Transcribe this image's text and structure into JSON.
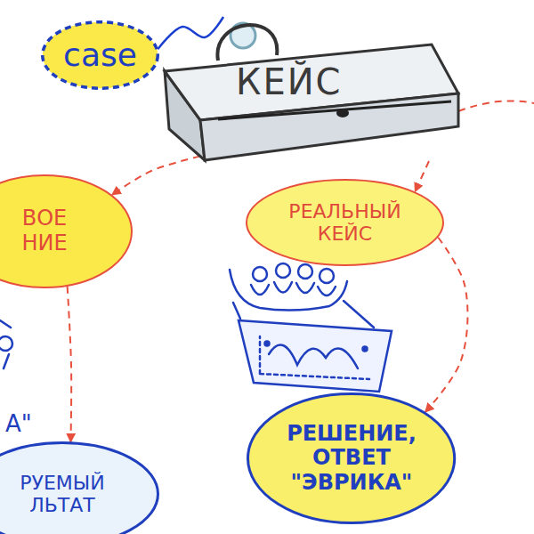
{
  "diagram": {
    "nodes": [
      {
        "text": [
          "case"
        ]
      },
      {
        "text": [
          "КЕЙС"
        ]
      },
      {
        "text": [
          "ВОЕ НИЕ"
        ]
      },
      {
        "text": [
          "РЕАЛЬНЫЙ КЕЙС"
        ]
      },
      {
        "text": [
          "РУЕМЫЙ ЛЬТАТ"
        ]
      },
      {
        "text": [
          "РЕШЕНИЕ, ОТВЕТ \"ЭВРИКА\""
        ]
      }
    ],
    "edges": [
      {
        "from": 0,
        "to": 1,
        "arrow": "none"
      },
      {
        "from": 1,
        "to": 2,
        "arrow": "to"
      },
      {
        "from": 1,
        "to": 3,
        "arrow": "to"
      },
      {
        "from": 2,
        "to": 4,
        "arrow": "to"
      },
      {
        "from": 3,
        "to": 5,
        "arrow": "to"
      }
    ],
    "labels": [
      "А\""
    ]
  }
}
